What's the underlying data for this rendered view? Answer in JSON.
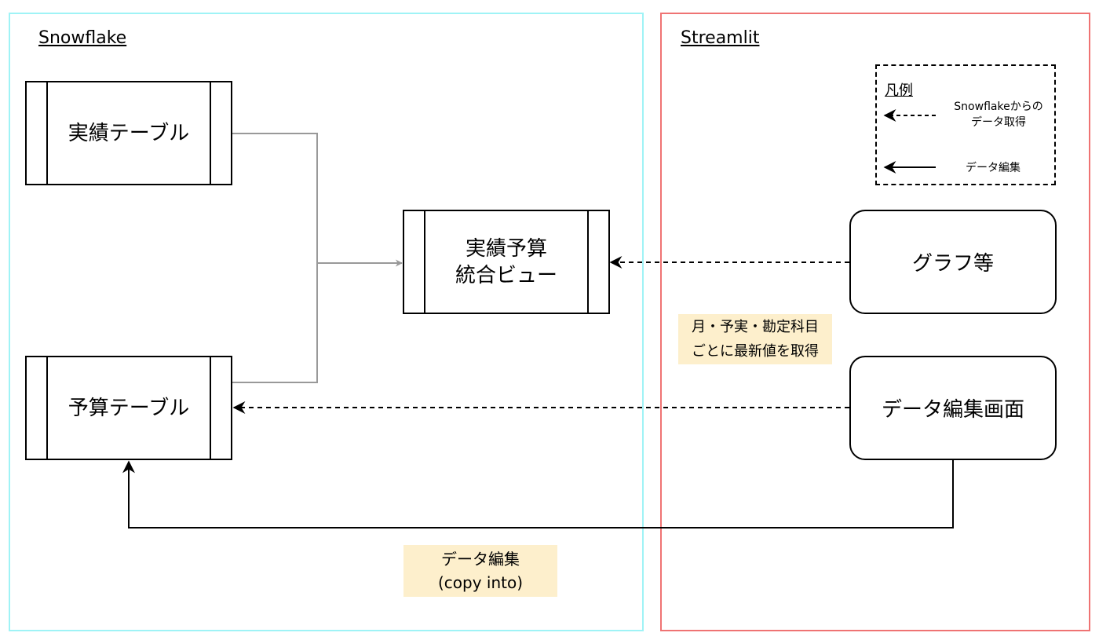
{
  "regions": {
    "snowflake": {
      "title": "Snowflake"
    },
    "streamlit": {
      "title": "Streamlit"
    }
  },
  "nodes": {
    "actual_table": {
      "label": "実績テーブル"
    },
    "budget_table": {
      "label": "予算テーブル"
    },
    "combined_view": {
      "label_line1": "実績予算",
      "label_line2": "統合ビュー"
    },
    "graph": {
      "label": "グラフ等"
    },
    "edit_screen": {
      "label": "データ編集画面"
    }
  },
  "notes": {
    "latest_value": {
      "line1": "月・予実・勘定科目",
      "line2": "ごとに最新値を取得"
    },
    "copy_into": {
      "line1": "データ編集",
      "line2": "(copy into)"
    }
  },
  "legend": {
    "title": "凡例",
    "fetch_line1": "Snowflakeからの",
    "fetch_line2": "データ取得",
    "edit": "データ編集"
  },
  "colors": {
    "snowflake_border": "#9ff3f6",
    "streamlit_border": "#ef7373",
    "note_fill": "#fdefcc",
    "gray_connector": "#999999"
  }
}
